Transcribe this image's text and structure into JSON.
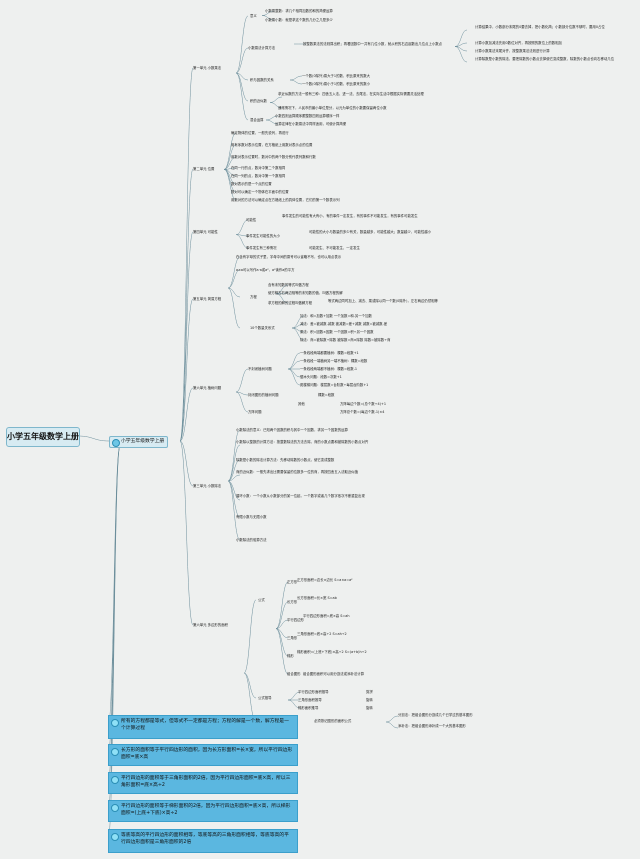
{
  "root": "小学五年级数学上册",
  "main_branch": "小学五年级数学上册",
  "unit1": {
    "title": "第一单元 小数乘法",
    "meaning": "意义",
    "meaning_items": [
      "小数乘整数：求几个相同加数的和的简便运算",
      "小数乘小数：就是求这个数的几分之几是多少"
    ],
    "method": "小数乘法计算方法",
    "method_lead": "按整数乘法的法则算出积；再看因数中一共有几位小数，就从积的右边起数出几位点上小数点",
    "method_items": [
      "计算结果中，小数部分末尾的0要去掉，把小数化简；小数部分位数不够时，要用0占位",
      "计算小数加减法先用0数位对齐，再按照的数位上的数相加",
      "计算小数乘法末尾对齐，按整数乘法法则进行计算",
      "计算除数是小数的除法，要把除数的小数点去掉使它变成整数，除数的小数点也向右移动几位"
    ],
    "relation": "积与因数的关系",
    "relation_items": [
      "一个数(0除外)乘大于1的数，积比原来的数大",
      "一个数(0除外)乘小于1的数，积比原来的数小"
    ],
    "approx": "积的近似数",
    "approx_items": [
      "求近似数的方法一般有三种：四舍五入法、进一法、去尾法，在实际生活中根据实际需要灵活处理",
      "通常情况下，人民币的最小单位是分，以元为单位的小数要保留两位小数"
    ],
    "mixed": "混合运算",
    "mixed_items": [
      "小数四则运算顺序跟整数四则运算顺序一样",
      "运算定律在小数乘法中同样适用，可使计算简便"
    ]
  },
  "unit2": {
    "title": "第二单元 位置",
    "items": [
      "确定物体的位置，一般先说列，再说行",
      "用有序数对表示位置，在方格纸上用数对表示点的位置",
      "用数对表示位置时，数对中的两个数分别代表列数和行数",
      "在同一行的点，数对中第二个数相同",
      "在同一列的点，数对中第一个数相同",
      "数对表示的是一个点的位置",
      "数对可以确定一个物体在平面中的位置",
      "用数对的方法可以确定点在方格纸上的具体位置，它们的第一个数表示列"
    ]
  },
  "unit3": {
    "title": "第四单元 可能性",
    "possible": "可能性",
    "possible_item": "事件发生的可能性有大有小，有的事件一定发生，有的事件不可能发生，有的事件可能发生",
    "size": "事件发生可能性的大小",
    "size_item": "可能性的大小与数量的多少有关，数量越多，可能性越大；数量越少，可能性越小",
    "three": "事件发生有三种情况",
    "three_item": "可能发生、不可能发生、一定发生"
  },
  "unit5": {
    "title": "第五单元 简易方程",
    "intro": "在含有字母的式子里，字母中间的乘号可以省略不写，也可以用点表示",
    "formula": "a×a可以写作a·a或a²，a²读作a的平方",
    "equation": "方程",
    "equation_items": [
      "含有未知数的等式叫做方程",
      "使方程左右两边相等的未知数的值，叫做方程的解",
      "求方程的解的过程叫做解方程",
      "等式两边同时加上、减去、乘或除以同一个数(0除外)，左右两边仍然相等"
    ],
    "relations": "10个数量关系式",
    "relations_items": [
      "加法：和=加数+加数 一个加数=和-另一个加数",
      "减法：差=被减数-减数 被减数=差+减数 减数=被减数-差",
      "乘法：积=因数×因数 一个因数=积÷另一个因数",
      "除法：商=被除数÷除数 被除数=商×除数 除数=被除数÷商"
    ]
  },
  "unit6": {
    "title": "第六单元 植树问题",
    "types": "不封闭植树问题",
    "types_items": [
      "一条线段两端都要植树：棵数=段数+1",
      "一条线段一端植树另一端不植树：棵数=段数",
      "一条线段两端都不植树：棵数=段数-1"
    ],
    "closed": "封闭图形的植树问题",
    "closed_item": "棵数=段数",
    "square": "方阵问题",
    "square_items": [
      "方阵每边个数=(总个数÷4)+1",
      "方阵总个数=(每边个数-1)×4"
    ],
    "other": "其他",
    "other_items": [
      "锯木头问题：段数=次数+1",
      "爬楼梯问题：楼层数=台阶数÷每层台阶数+1"
    ]
  },
  "unit7": {
    "title": "第三单元 小数除法",
    "items": [
      "小数除法的意义：已知两个因数的积与其中一个因数，求另一个因数的运算",
      "小数除以整数的计算方法：按整数除法的方法去除，商的小数点要和被除数的小数点对齐",
      "除数是小数的除法计算方法：先移动除数的小数点，使它变成整数",
      "商的近似数：一般先求出比需要保留的位数多一位的商，再按四舍五入法取近似值",
      "循环小数：一个小数从小数部分的某一位起，一个数字或者几个数字依次不断重复出现",
      "有限小数与无限小数",
      "小数除法的验算方法"
    ]
  },
  "unit8": {
    "title": "第六单元 多边形的面积",
    "formula": "公式",
    "formula_items": [
      "正方形",
      "长方形",
      "平行四边形",
      "三角形",
      "梯形",
      "组合图形"
    ],
    "formula_details": [
      "正方形面积=边长×边长 S=a×a=a²",
      "长方形面积=长×宽 S=ab",
      "平行四边形面积=底×高 S=ah",
      "三角形面积=底×高÷2 S=ah÷2",
      "梯形面积=(上底+下底)×高÷2 S=(a+b)h÷2",
      "组合图形面积可以用分割法或添补法计算"
    ],
    "derive": "公式推导",
    "derive_items": [
      "平行四边形面积推导",
      "三角形面积推导",
      "梯形面积推导"
    ],
    "derive_details": [
      "剪拼",
      "旋转",
      "旋转"
    ],
    "irregular": "组合图形面积计算",
    "irregular_lead": "必须熟记图形的面积公式",
    "irregular_items": [
      "分割法：把组合图形分割成几个已学过的基本图形",
      "添补法：把组合图形添补成一个大的基本图形"
    ]
  },
  "notes": [
    "所有的方程都是等式，但等式不一定都是方程；方程的解是一个数，解方程是一个计算过程",
    "长方形的面积等于平行四边形的面积，因为长方形面积=长×宽，所以平行四边形面积=底×高",
    "平行四边形的面积等于三角形面积的2倍，因为平行四边形面积=底×高，所以三角形面积=底×高÷2",
    "平行四边形的面积等于梯形面积的2倍，因为平行四边形面积=底×高，所以梯形面积=(上底+下底)×高÷2",
    "等底等高的平行四边形的面积相等，等底等高的三角形面积相等，等底等高的平行四边形面积是三角形面积的2倍"
  ],
  "colors": {
    "background": "#eef0ef",
    "node_bg": "#d7ebf2",
    "note_bg": "#5bb7e0",
    "bullet": "#6cc6e6",
    "line": "#6b8e9b"
  }
}
